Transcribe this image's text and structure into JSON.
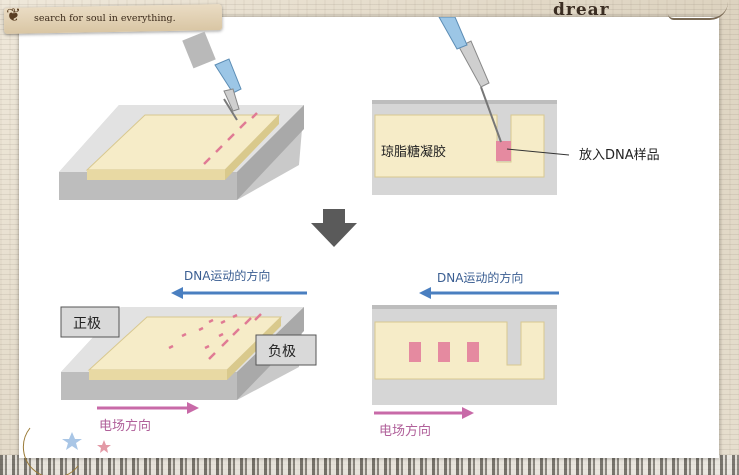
{
  "decor": {
    "ribbon_text": "search for soul in everything.",
    "corner_word": "drear"
  },
  "diagram": {
    "agarose_gel_label": "琼脂糖凝胶",
    "sample_label": "放入DNA样品",
    "dna_direction_label_left": "DNA运动的方向",
    "dna_direction_label_right": "DNA运动的方向",
    "positive_electrode_label": "正极",
    "negative_electrode_label": "负极",
    "field_direction_label_left": "电场方向",
    "field_direction_label_right": "电场方向",
    "colors": {
      "gel": "#f6ecc8",
      "tray": "#d8d8d8",
      "dna_arrow": "#4a7fc0",
      "field_arrow": "#c86aa8",
      "band": "#e58aa0",
      "step_arrow": "#5a5a5a"
    }
  }
}
